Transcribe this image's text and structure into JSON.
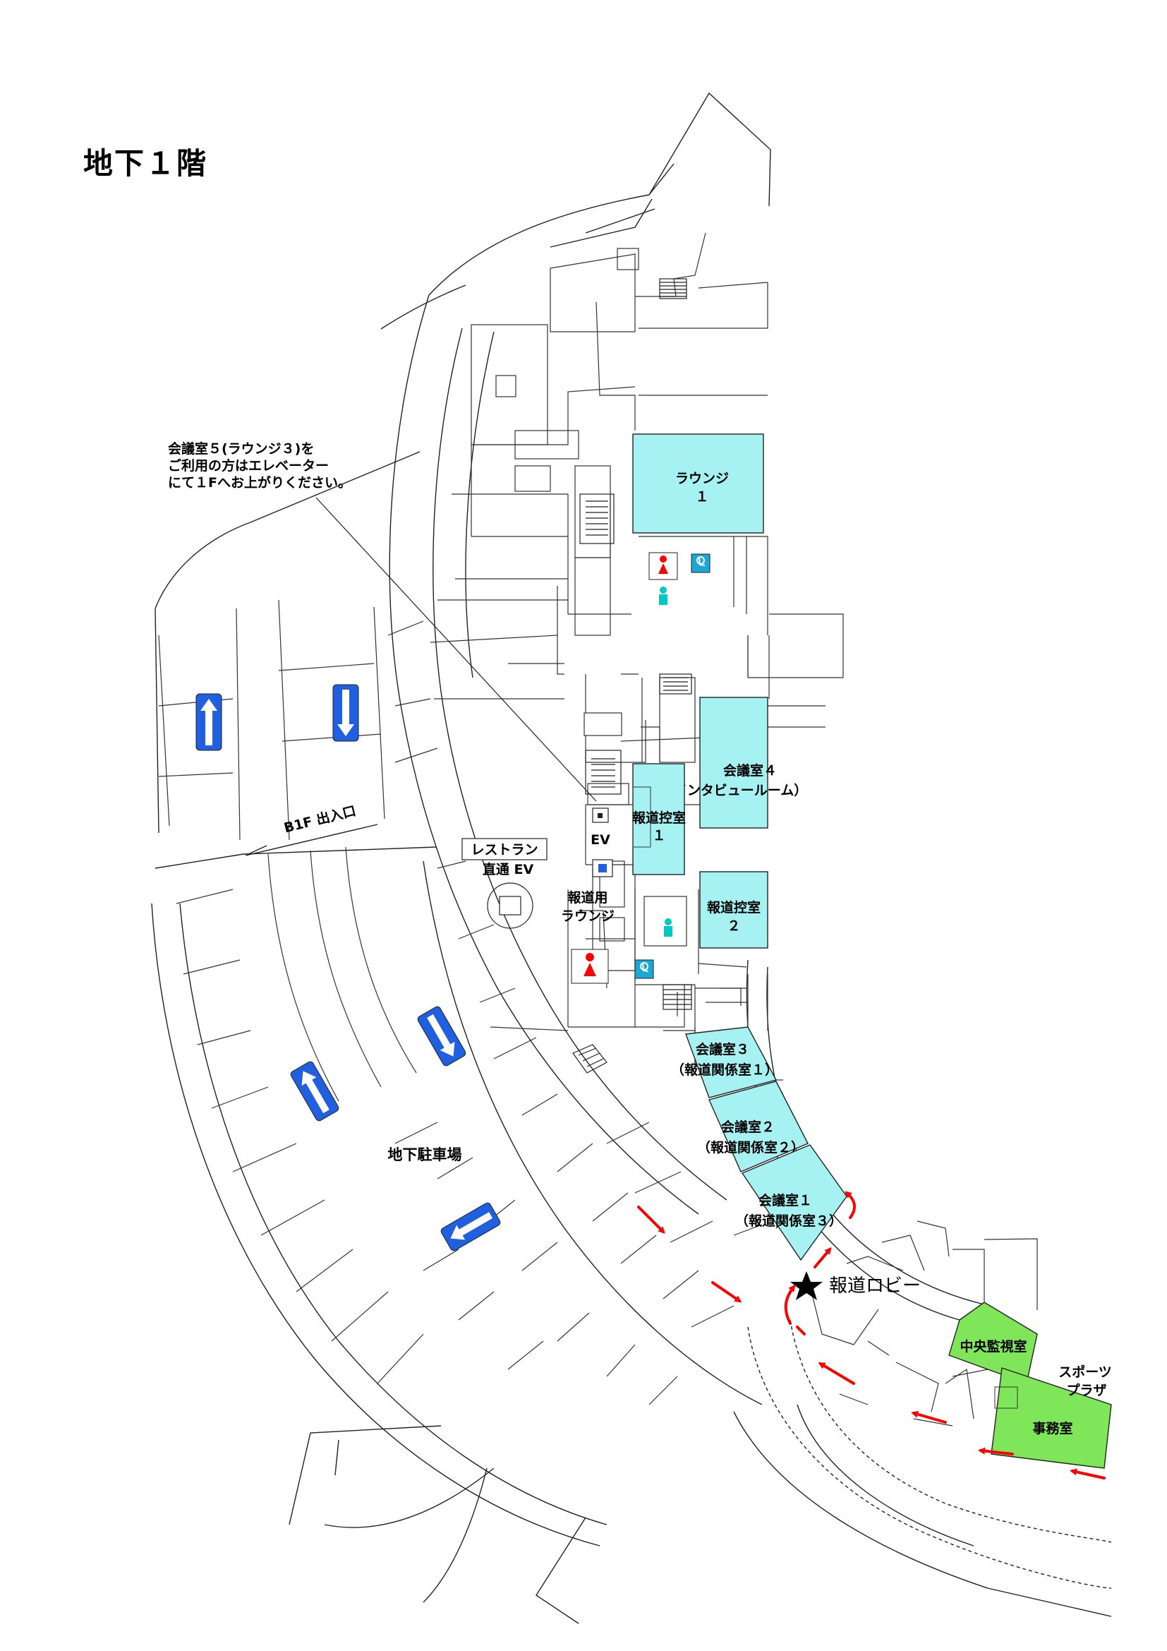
{
  "floor_title": "地下１階",
  "note": {
    "line1": "会議室５(ラウンジ３)を",
    "line2": "ご利用の方はエレベーター",
    "line3": "にて１Fへお上がりください。"
  },
  "rooms": {
    "lounge1": [
      "ラウンジ",
      "１"
    ],
    "conf4": [
      "会議室４",
      "（インタビュールーム）"
    ],
    "press_wait1": [
      "報道控室",
      "１"
    ],
    "press_wait2": [
      "報道控室",
      "２"
    ],
    "conf3": [
      "会議室３",
      "（報道関係室１）"
    ],
    "conf2": [
      "会議室２",
      "（報道関係室２）"
    ],
    "conf1": [
      "会議室１",
      "（報道関係室３）"
    ],
    "central_monitor": [
      "中央監視室"
    ],
    "office": [
      "事務室"
    ]
  },
  "labels": {
    "ev": "EV",
    "restaurant_ev": [
      "レストラン",
      "直通 EV"
    ],
    "press_lounge": [
      "報道用",
      "ラウンジ"
    ],
    "b1f_entrance": "B1F 出入口",
    "parking": "地下駐車場",
    "press_lobby": "報道ロビー",
    "sports_plaza": [
      "スポーツ",
      "プラザ"
    ]
  },
  "colors": {
    "press_room": "#a6f2f2",
    "facility_room": "#7fe65a",
    "route_arrow": "#ff0000",
    "traffic_sign": "#1f5fe0",
    "female_icon": "#ff0000",
    "male_icon": "#00c8c8",
    "accessible_icon": "#19a8d8"
  },
  "icons": [
    "star-icon",
    "female-restroom-icon",
    "male-restroom-icon",
    "accessible-restroom-icon",
    "stair-icon",
    "one-way-arrow-sign-icon",
    "route-arrow-icon"
  ]
}
